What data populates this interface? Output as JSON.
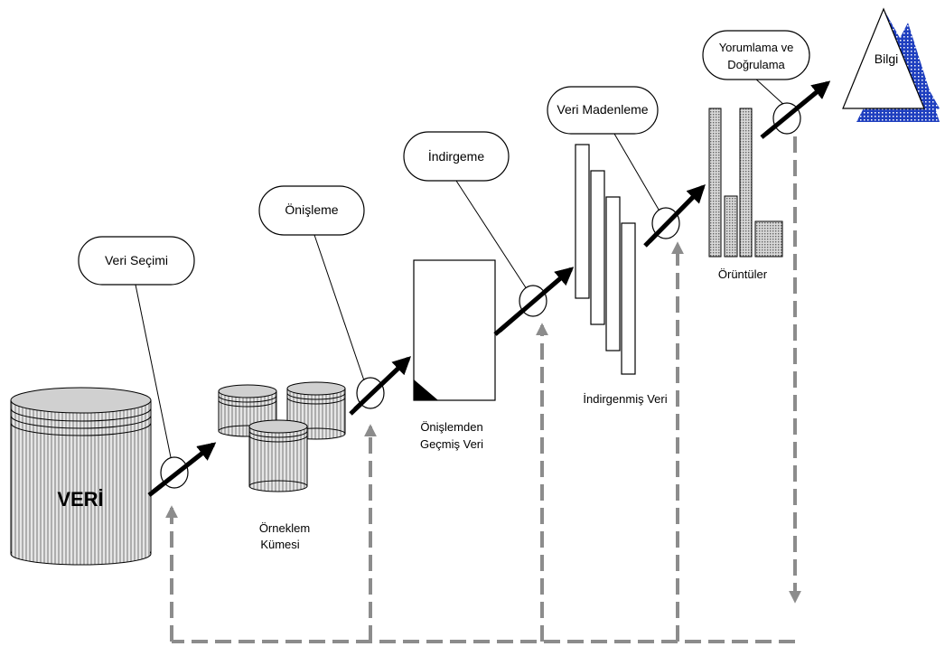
{
  "labels": {
    "veri": "VERİ",
    "veri_secimi": "Veri Seçimi",
    "onisleme": "Önişleme",
    "indirgeme": "İndirgeme",
    "veri_madenleme": "Veri Madenleme",
    "yorumlama_line1": "Yorumlama ve",
    "yorumlama_line2": "Doğrulama",
    "bilgi": "Bilgi",
    "orneklem_line1": "Örneklem",
    "orneklem_line2": "Kümesi",
    "onislemden_line1": "Önişlemden",
    "onislemden_line2": "Geçmiş Veri",
    "indirgenmis": "İndirgenmiş Veri",
    "oruntuler": "Örüntüler"
  },
  "colors": {
    "stroke": "#000000",
    "feedback": "#8c8c8c",
    "cylinder": "#bdbdbd",
    "bar": "#c4c4c4",
    "pyramid_shadow": "#1f3fbf"
  }
}
